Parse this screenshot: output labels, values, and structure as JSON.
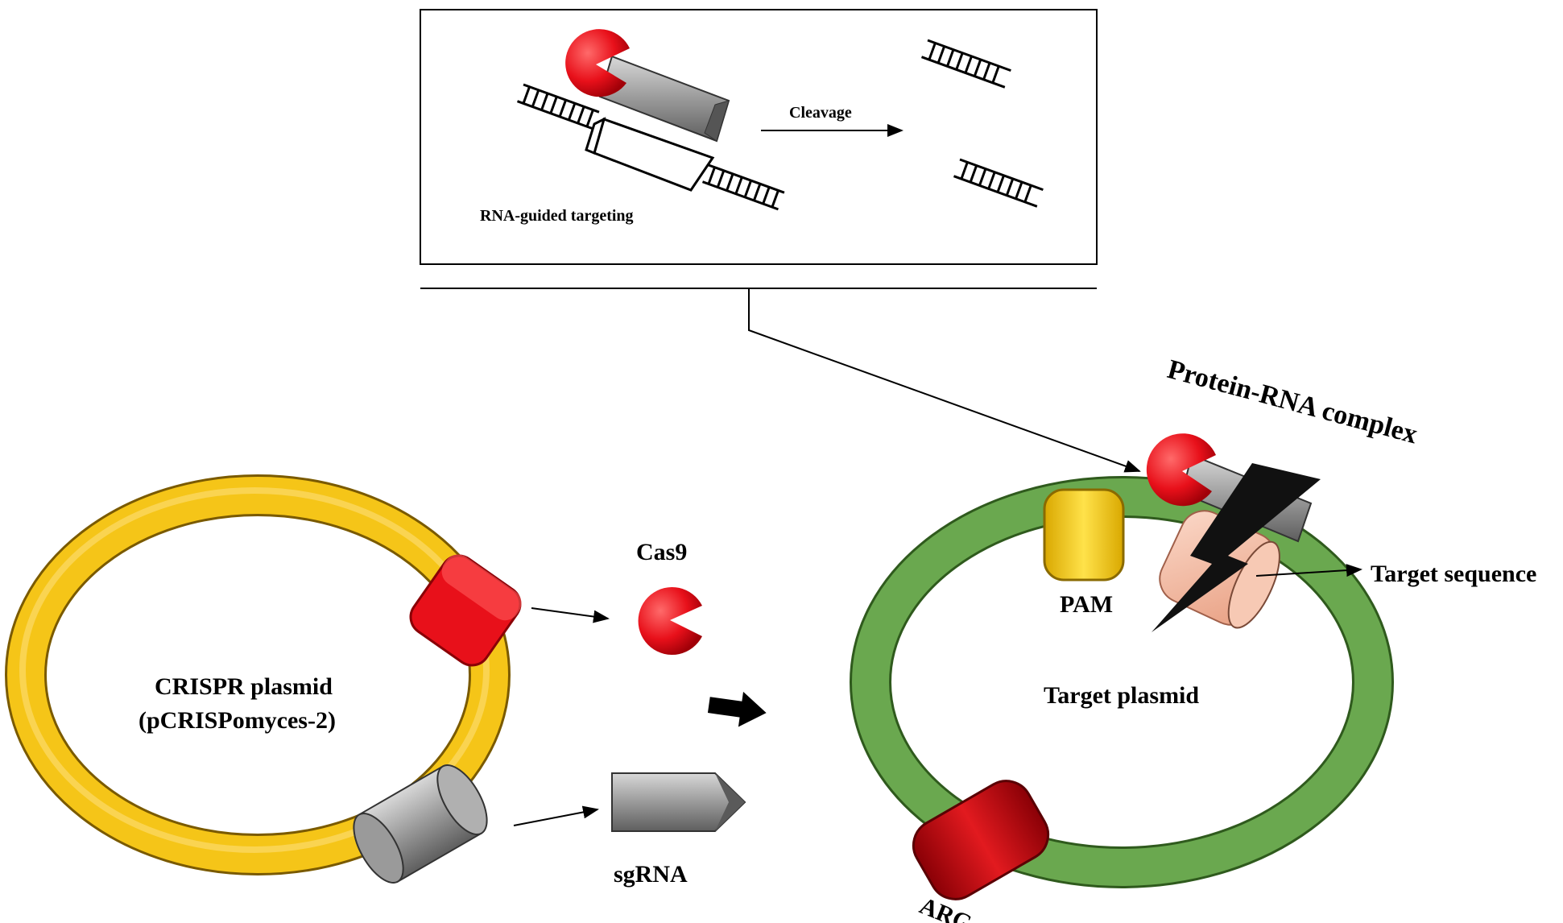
{
  "inset": {
    "cleavage_label": "Cleavage",
    "targeting_label": "RNA-guided targeting"
  },
  "left": {
    "plasmid_name": "CRISPR plasmid",
    "plasmid_id": "(pCRISPomyces-2)"
  },
  "middle": {
    "cas9_label": "Cas9",
    "sgrna_label": "sgRNA"
  },
  "right": {
    "complex_label": "Protein-RNA complex",
    "pam_label": "PAM",
    "target_sequence_label": "Target sequence",
    "plasmid_name": "Target plasmid",
    "arg_label": "ARG"
  },
  "colors": {
    "crispr_ring": "#f5c518",
    "target_ring": "#6aa84f",
    "cas9_red": "#e8101a",
    "arg_red": "#c40f12",
    "sgrna_gray": "#8c8c8c",
    "pam_yellow": "#f2c811",
    "target_peach": "#f4b9a0",
    "lightning": "#111111"
  }
}
